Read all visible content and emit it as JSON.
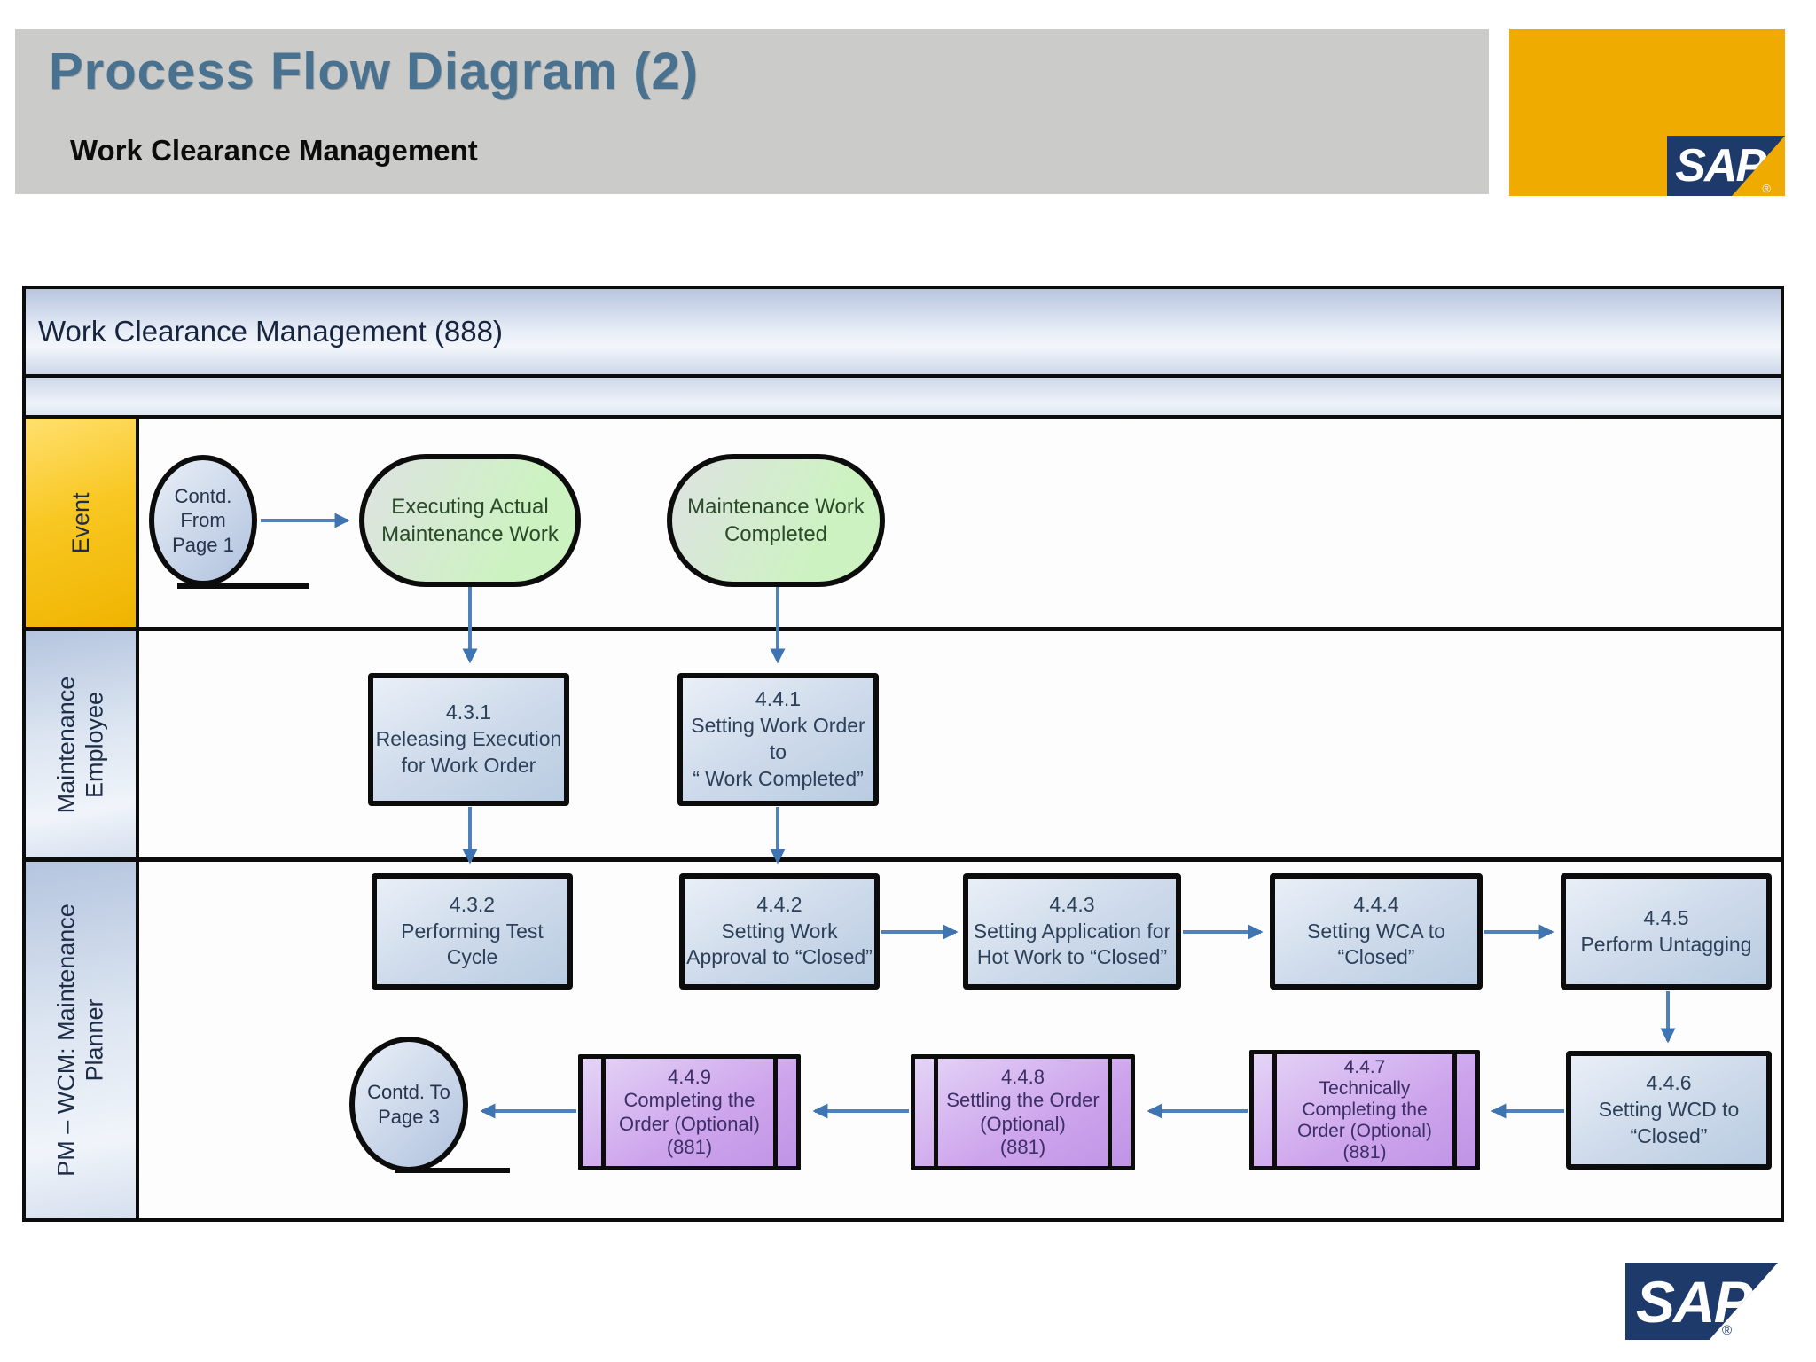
{
  "header": {
    "title": "Process Flow Diagram (2)",
    "subtitle": "Work Clearance Management",
    "brand": "SAP",
    "registered_mark": "®"
  },
  "diagram": {
    "title": "Work Clearance Management (888)",
    "lanes": [
      {
        "label": "Event"
      },
      {
        "label": "Maintenance\nEmployee"
      },
      {
        "label": "PM – WCM: Maintenance\nPlanner"
      }
    ],
    "nodes": {
      "contd_from_page1": "Contd.\nFrom\nPage 1",
      "executing_actual": "Executing Actual\nMaintenance Work",
      "maintenance_completed": "Maintenance Work\nCompleted",
      "step_431": "4.3.1\nReleasing Execution\nfor Work Order",
      "step_441": "4.4.1\nSetting Work Order to\n“ Work Completed”",
      "step_432": "4.3.2\nPerforming Test Cycle",
      "step_442": "4.4.2\nSetting Work\nApproval to “Closed”",
      "step_443": "4.4.3\nSetting Application for\nHot Work to “Closed”",
      "step_444": "4.4.4\nSetting WCA to\n“Closed”",
      "step_445": "4.4.5\nPerform Untagging",
      "step_446": "4.4.6\nSetting WCD to\n“Closed”",
      "step_447": "4.4.7\nTechnically\nCompleting the\nOrder (Optional)\n(881)",
      "step_448": "4.4.8\nSettling the Order\n(Optional)\n(881)",
      "step_449": "4.4.9\nCompleting the\nOrder (Optional)\n(881)",
      "contd_to_page3": "Contd. To\nPage 3"
    },
    "flows": [
      {
        "from": "contd_from_page1",
        "to": "executing_actual"
      },
      {
        "from": "executing_actual",
        "to": "step_431"
      },
      {
        "from": "maintenance_completed",
        "to": "step_441"
      },
      {
        "from": "step_431",
        "to": "step_432"
      },
      {
        "from": "step_441",
        "to": "step_442"
      },
      {
        "from": "step_442",
        "to": "step_443"
      },
      {
        "from": "step_443",
        "to": "step_444"
      },
      {
        "from": "step_444",
        "to": "step_445"
      },
      {
        "from": "step_445",
        "to": "step_446"
      },
      {
        "from": "step_446",
        "to": "step_447"
      },
      {
        "from": "step_447",
        "to": "step_448"
      },
      {
        "from": "step_448",
        "to": "step_449"
      },
      {
        "from": "step_449",
        "to": "contd_to_page3"
      }
    ],
    "colors": {
      "arrow_blue": "#4f81bd",
      "sap_gold": "#f0ab00",
      "sap_navy": "#1d3a6b",
      "event_yellow": "#f2b705",
      "task_blue": "#c6d5e8",
      "event_green": "#cdf2c2",
      "optional_purple": "#cda4ec",
      "header_title_blue": "#497190",
      "header_band_gray": "#cbcbca"
    }
  },
  "footer": {
    "brand": "SAP",
    "registered_mark": "®"
  }
}
